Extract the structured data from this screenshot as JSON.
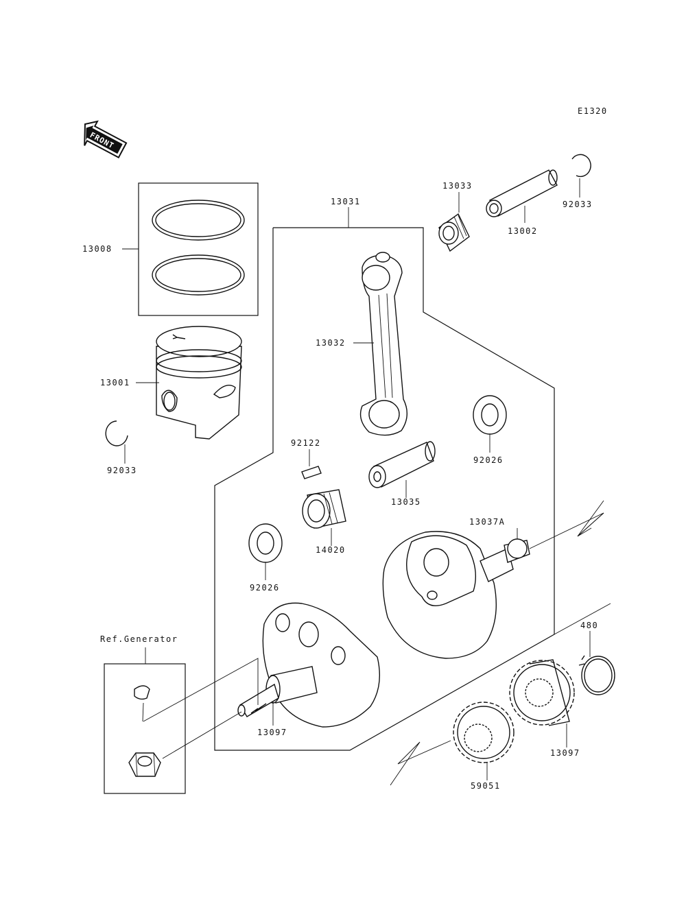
{
  "diagram_code": "E1320",
  "front_label": "FRONT",
  "ref_generator_label": "Ref.Generator",
  "parts": {
    "p13008": "13008",
    "p13001": "13001",
    "p92033_left": "92033",
    "p13031": "13031",
    "p13032": "13032",
    "p13033": "13033",
    "p13002": "13002",
    "p92033_right": "92033",
    "p92122": "92122",
    "p14020": "14020",
    "p13035": "13035",
    "p92026_right": "92026",
    "p92026_left": "92026",
    "p13037A": "13037A",
    "p480": "480",
    "p13097_left": "13097",
    "p13097_right": "13097",
    "p59051": "59051"
  }
}
